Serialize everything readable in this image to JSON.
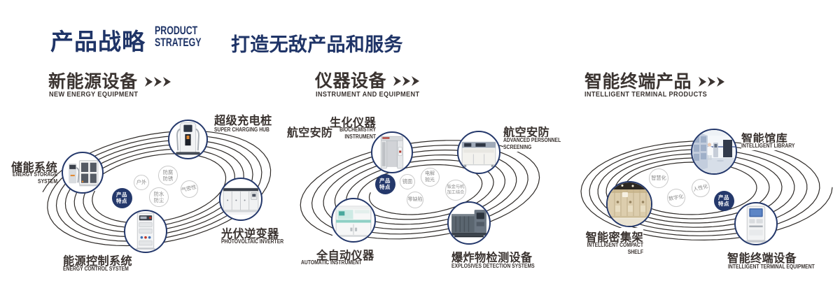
{
  "header": {
    "title_zh": "产品战略",
    "title_en_line1": "PRODUCT",
    "title_en_line2": "STRATEGY",
    "slogan": "打造无敌产品和服务"
  },
  "colors": {
    "navy": "#24386b",
    "header_navy": "#1f3467",
    "charcoal": "#3b3431",
    "line": "#2f2b28",
    "bubble_border": "#c9c9c9",
    "bubble_text": "#8b8b8b"
  },
  "sections": [
    {
      "title_zh": "新能源设备",
      "title_en": "NEW ENERGY EQUIPMENT",
      "arrow_icon": "triple-arrow-right",
      "center_label": "产品特点",
      "features": [
        "户外",
        "防腐防锈",
        "防水防尘",
        "气密性"
      ],
      "nodes": [
        {
          "zh": "储能系统",
          "en": "ENERGY STORAGE SYSTEM",
          "image": "energy-storage-system"
        },
        {
          "zh": "超级充电桩",
          "en": "SUPER CHARGING HUB",
          "image": "super-charging-hub"
        },
        {
          "zh": "光伏逆变器",
          "en": "PHOTOVOLTAIC INVERTER",
          "image": "photovoltaic-inverter"
        },
        {
          "zh": "能源控制系统",
          "en": "ENERGY CONTROL SYSTEM",
          "image": "energy-control-system"
        }
      ]
    },
    {
      "title_zh": "仪器设备",
      "title_en": "INSTRUMENT AND EQUIPMENT",
      "arrow_icon": "triple-arrow-right",
      "extra_label": "航空安防",
      "center_label": "产品特点",
      "features": [
        "镜面",
        "电解抛光",
        "零缺陷",
        "钣金与机加工结合"
      ],
      "nodes": [
        {
          "zh": "生化仪器",
          "en": "BIOCHEMISTRY INSTRUMENT",
          "image": "security-gate"
        },
        {
          "zh": "航空安防",
          "en": "ADVANCED PERSONNEL SCREENING",
          "image": "screening-machine"
        },
        {
          "zh": "全自动仪器",
          "en": "AUTOMATIC INSTRUMENT",
          "image": "automatic-instrument"
        },
        {
          "zh": "爆炸物检测设备",
          "en": "EXPLOSIVES DETECTION SYSTEMS",
          "image": "explosives-detection"
        }
      ]
    },
    {
      "title_zh": "智能终端产品",
      "title_en": "INTELLIGENT TERMINAL PRODUCTS",
      "arrow_icon": "triple-arrow-right",
      "center_label": "产品特点",
      "features": [
        "智慧化",
        "人性化",
        "数字化"
      ],
      "nodes": [
        {
          "zh": "智能馆库",
          "en": "INTELLIGENT LIBRARY",
          "image": "intelligent-library"
        },
        {
          "zh": "智能密集架",
          "en": "INTELLIGENT COMPACT SHELF",
          "image": "intelligent-compact-shelf"
        },
        {
          "zh": "智能终端设备",
          "en": "INTELLIGENT TERMINAL EQUIPMENT",
          "image": "intelligent-terminal"
        }
      ]
    }
  ]
}
